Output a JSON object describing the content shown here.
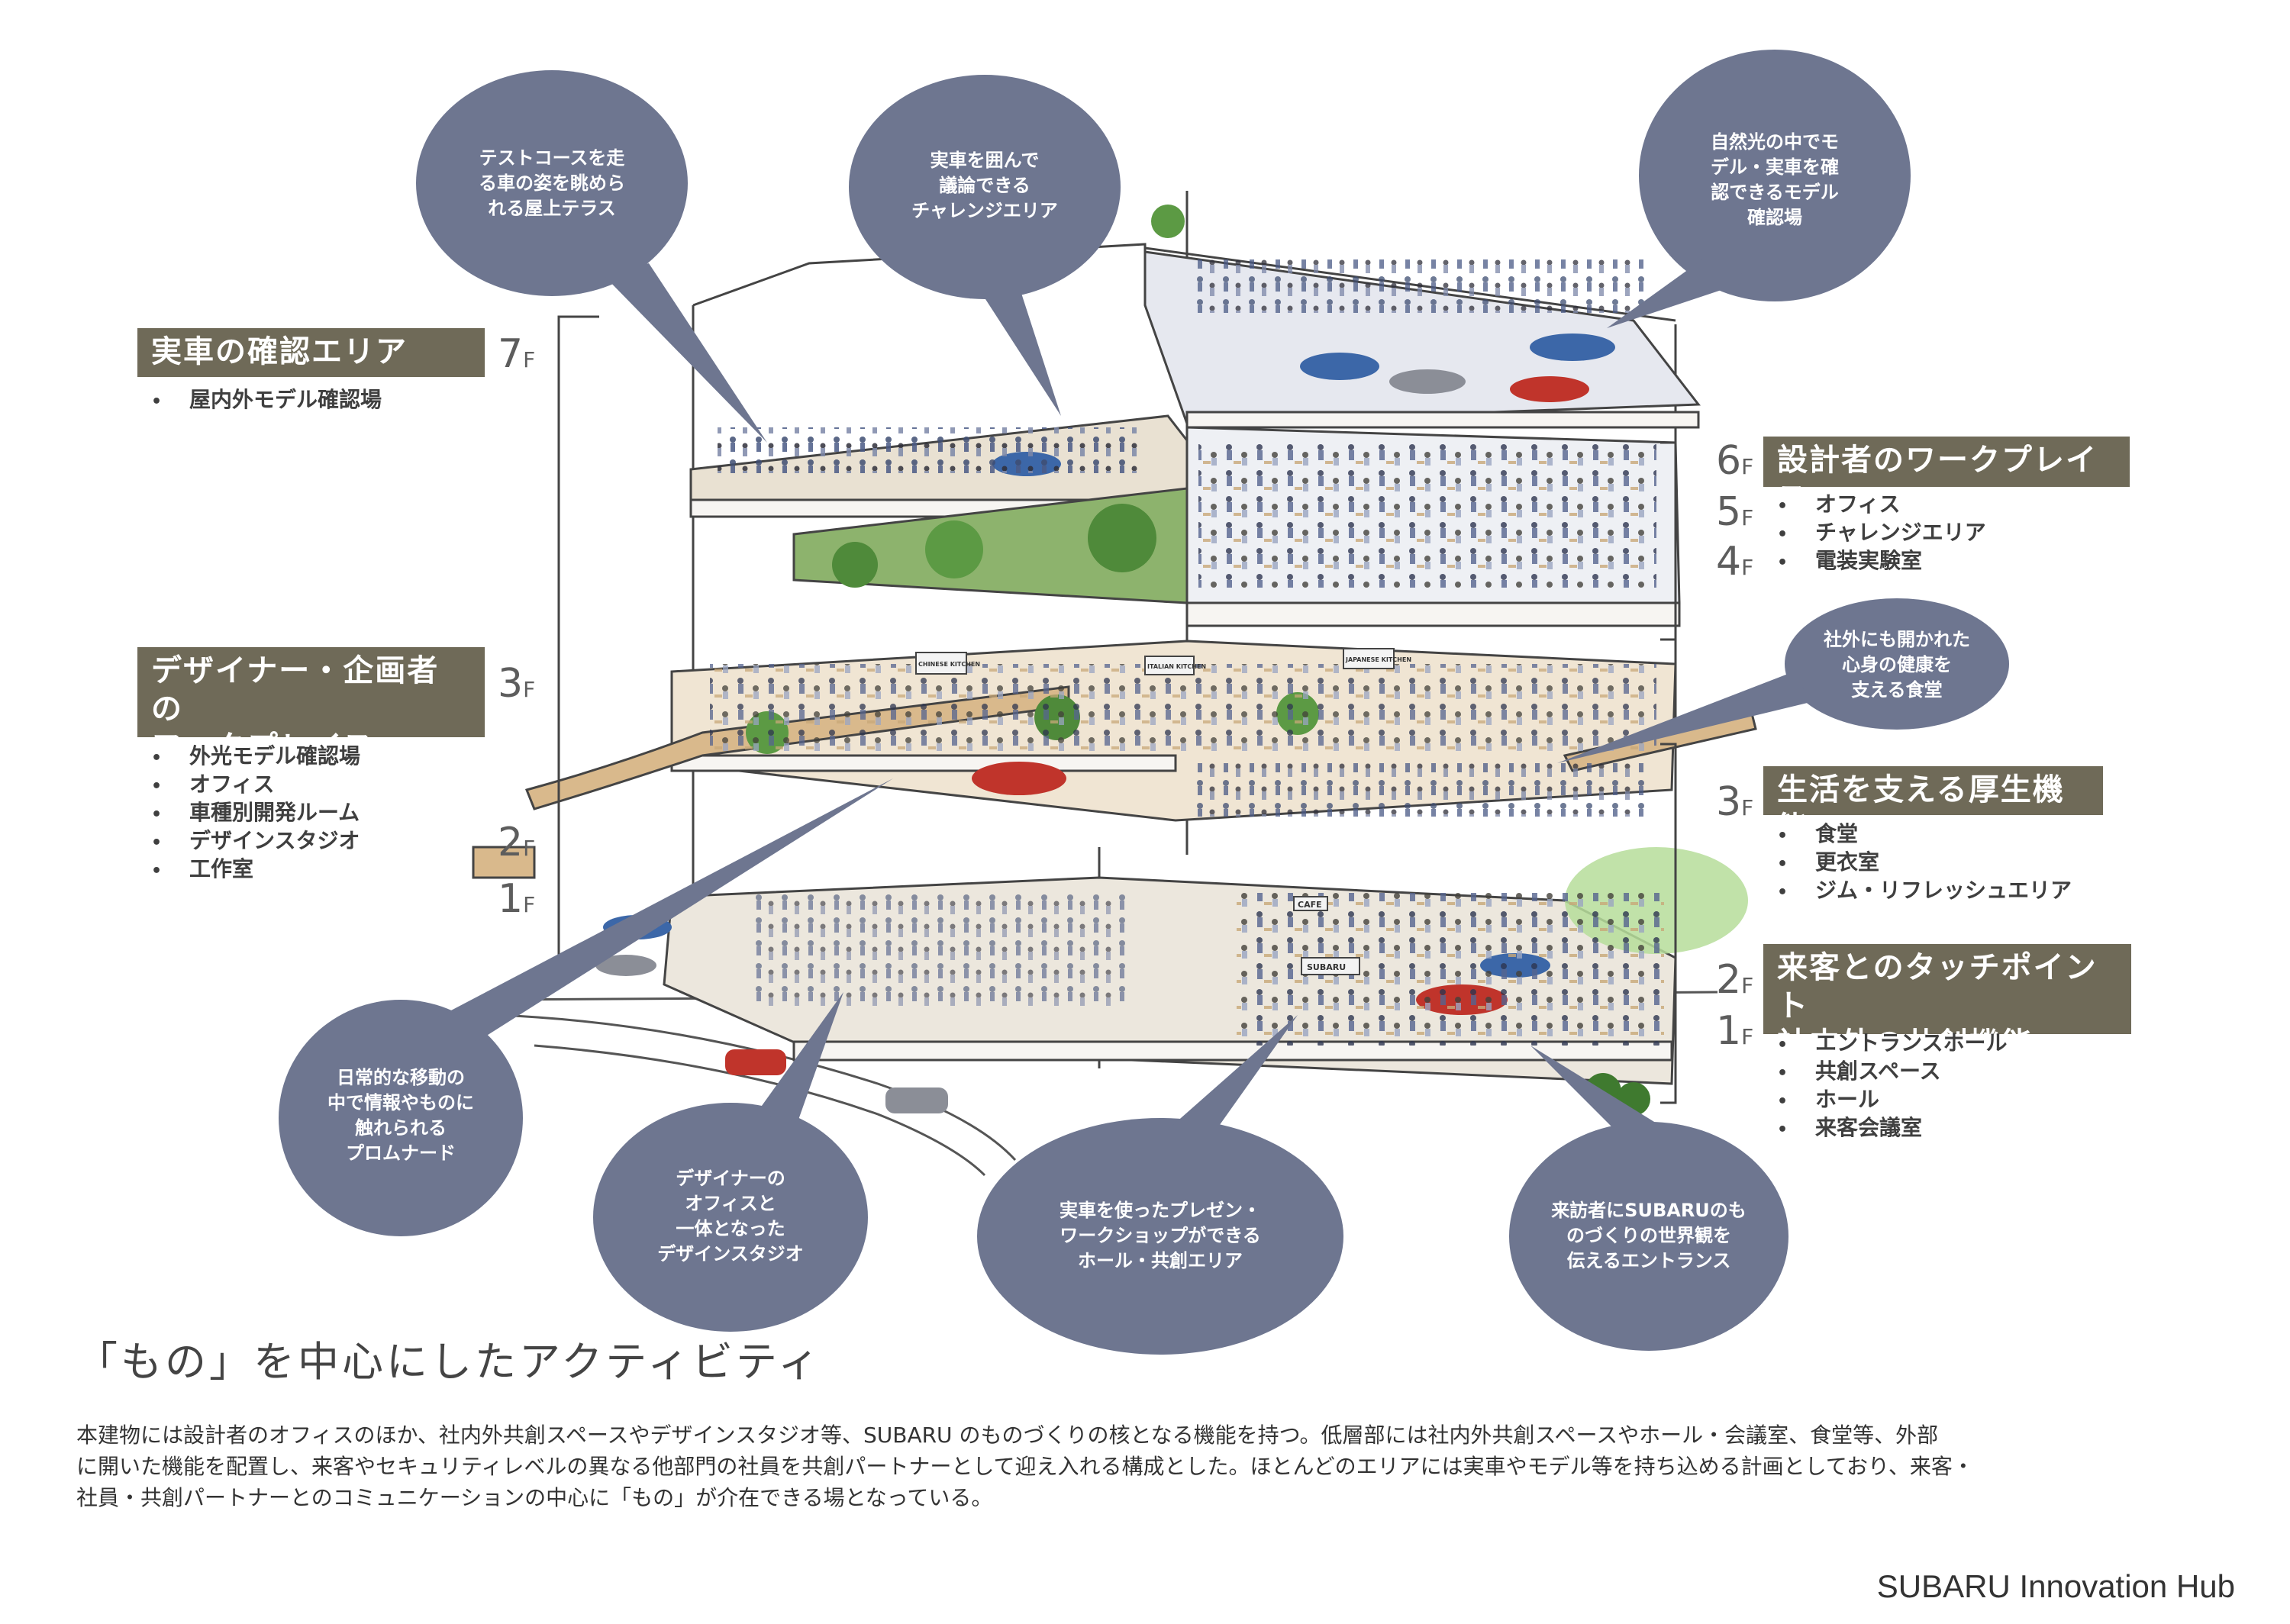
{
  "colors": {
    "bubble": "#6e7690",
    "label_bg": "#6f6a58",
    "floor_line": "#444444",
    "wood": "#d9b98c",
    "green": "#4f8a3a",
    "highlight_green": "#b6dd9a"
  },
  "left_sections": [
    {
      "title_lines": [
        "実車の確認エリア"
      ],
      "items": [
        "屋内外モデル確認場"
      ]
    },
    {
      "title_lines": [
        "デザイナー・企画者の",
        "ワークプレイス"
      ],
      "items": [
        "外光モデル確認場",
        "オフィス",
        "車種別開発ルーム",
        "デザインスタジオ",
        "工作室"
      ]
    }
  ],
  "right_sections": [
    {
      "title_lines": [
        "設計者のワークプレイス"
      ],
      "items": [
        "オフィス",
        "チャレンジエリア",
        "電装実験室"
      ]
    },
    {
      "title_lines": [
        "生活を支える厚生機能"
      ],
      "items": [
        "食堂",
        "更衣室",
        "ジム・リフレッシュエリア"
      ]
    },
    {
      "title_lines": [
        "来客とのタッチポイント",
        "社内外の共創機能"
      ],
      "items": [
        "エントランスホール",
        "共創スペース",
        "ホール",
        "来客会議室"
      ]
    }
  ],
  "floor_labels": {
    "left": [
      {
        "num": "7",
        "suffix": "F"
      },
      {
        "num": "3",
        "suffix": "F"
      },
      {
        "num": "2",
        "suffix": "F"
      },
      {
        "num": "1",
        "suffix": "F"
      }
    ],
    "right": [
      {
        "num": "6",
        "suffix": "F"
      },
      {
        "num": "5",
        "suffix": "F"
      },
      {
        "num": "4",
        "suffix": "F"
      },
      {
        "num": "3",
        "suffix": "F"
      },
      {
        "num": "2",
        "suffix": "F"
      },
      {
        "num": "1",
        "suffix": "F"
      }
    ]
  },
  "bubbles": [
    {
      "lines": [
        "テストコースを走",
        "る車の姿を眺めら",
        "れる屋上テラス"
      ]
    },
    {
      "lines": [
        "実車を囲んで",
        "議論できる",
        "チャレンジエリア"
      ]
    },
    {
      "lines": [
        "自然光の中でモ",
        "デル・実車を確",
        "認できるモデル",
        "確認場"
      ]
    },
    {
      "lines": [
        "社外にも開かれた",
        "心身の健康を",
        "支える食堂"
      ]
    },
    {
      "lines": [
        "日常的な移動の",
        "中で情報やものに",
        "触れられる",
        "プロムナード"
      ]
    },
    {
      "lines": [
        "デザイナーの",
        "オフィスと",
        "一体となった",
        "デザインスタジオ"
      ]
    },
    {
      "lines": [
        "実車を使ったプレゼン・",
        "ワークショップができる",
        "ホール・共創エリア"
      ]
    },
    {
      "lines": [
        "来訪者にSUBARUのも",
        "のづくりの世界観を",
        "伝えるエントランス"
      ]
    }
  ],
  "illustration_signs": {
    "subaru": "SUBARU",
    "cafe": "CAFE",
    "chinese": "CHINESE KITCHEN",
    "italian": "ITALIAN KITCHEN",
    "japanese": "JAPANESE KITCHEN"
  },
  "main_title": "「もの」を中心にしたアクティビティ",
  "body_lines": [
    "本建物には設計者のオフィスのほか、社内外共創スペースやデザインスタジオ等、SUBARU のものづくりの核となる機能を持つ。低層部には社内外共創スペースやホール・会議室、食堂等、外部",
    "に開いた機能を配置し、来客やセキュリティレベルの異なる他部門の社員を共創パートナーとして迎え入れる構成とした。ほとんどのエリアには実車やモデル等を持ち込める計画としており、来客・",
    "社員・共創パートナーとのコミュニケーションの中心に「もの」が介在できる場となっている。"
  ],
  "footer": "SUBARU Innovation Hub"
}
